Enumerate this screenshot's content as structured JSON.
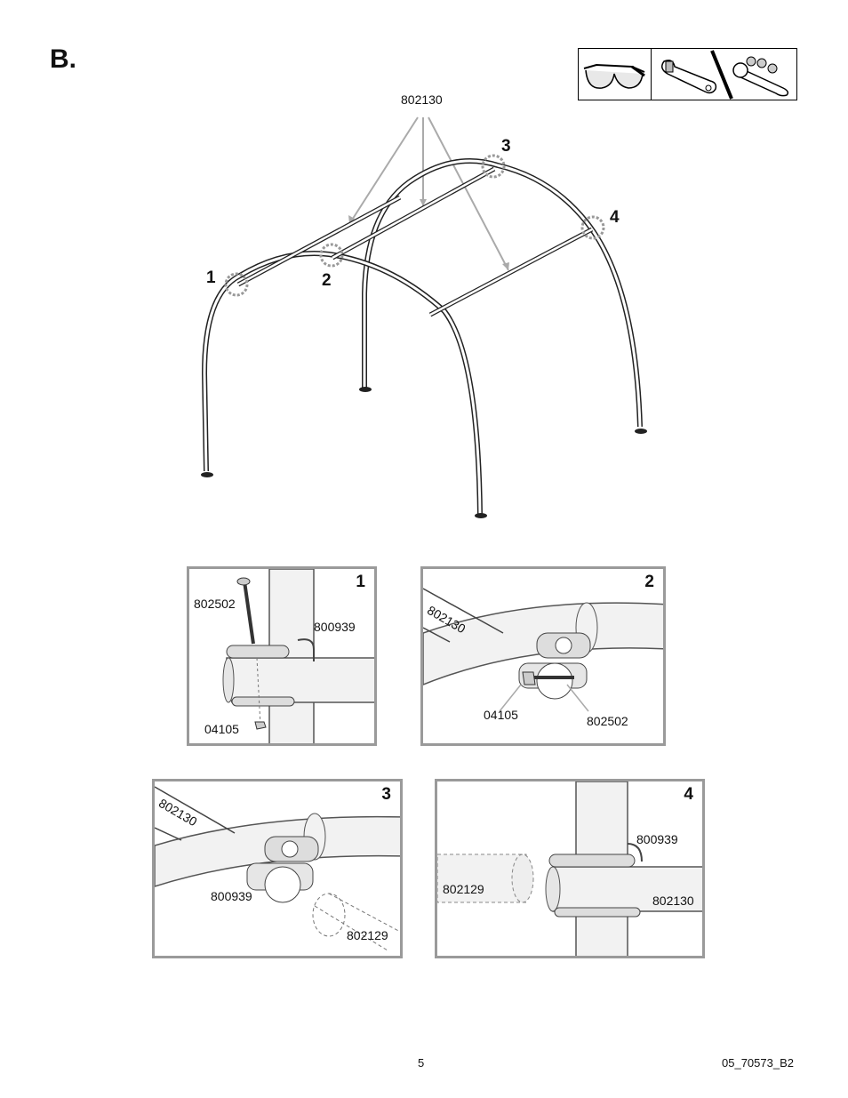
{
  "step": {
    "letter": "B."
  },
  "tools": [
    {
      "icon": "safety-glasses-icon"
    },
    {
      "icon": "adjustable-wrench-icon"
    },
    {
      "icon": "socket-wrench-icon"
    }
  ],
  "overview": {
    "part_label": "802130",
    "callouts": [
      "1",
      "2",
      "3",
      "4"
    ]
  },
  "details": [
    {
      "number": "1",
      "labels": [
        "802502",
        "800939",
        "04105"
      ]
    },
    {
      "number": "2",
      "labels": [
        "802130",
        "04105",
        "802502"
      ]
    },
    {
      "number": "3",
      "labels": [
        "802130",
        "800939",
        "802129"
      ]
    },
    {
      "number": "4",
      "labels": [
        "800939",
        "802129",
        "802130"
      ]
    }
  ],
  "footer": {
    "page": "5",
    "code": "05_70573_B2"
  }
}
